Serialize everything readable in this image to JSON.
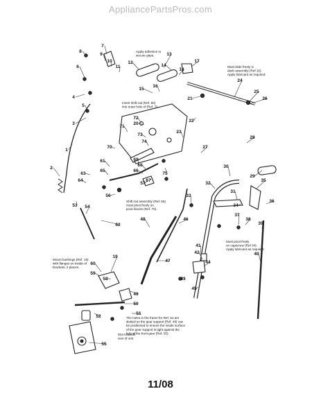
{
  "watermark": "AppliancePartsPros.com",
  "page_label": "11/08",
  "notes": [
    {
      "id": "adhesive",
      "lines": [
        "Apply adhesive to",
        "secure grips."
      ]
    },
    {
      "id": "dash",
      "lines": [
        "Must slide freely in",
        "dash assembly (Ref 16).",
        "Apply lubricant as required."
      ]
    },
    {
      "id": "shift-insert",
      "lines": [
        "Insert shift rod (Ref. 50)",
        "into outer hole of (Ref. 7)."
      ]
    },
    {
      "id": "shift-assy",
      "lines": [
        "Shift rod assembly (Ref. 56)",
        "must pivot freely on",
        "pivot blocks (Ref. 70)."
      ]
    },
    {
      "id": "pivot",
      "lines": [
        "Must pivot freely",
        "on capscrew (Ref 34).",
        "Apply lubricant as required."
      ]
    },
    {
      "id": "bushings",
      "lines": [
        "Mount bushings (Ref. 19)",
        "with flanges on inside of",
        "brackets, 2 places."
      ]
    },
    {
      "id": "holes",
      "lines": [
        "The holes in the frame for Ref. 51 are",
        "slotted so the gear support (Ref. 48) can",
        "be positioned to ensure the inside surface",
        "of the gear support is tight against the",
        "hub of the front gear (Ref. 55)."
      ]
    },
    {
      "id": "slot",
      "lines": [
        "Slot towards",
        "rear of unit."
      ]
    }
  ],
  "callouts": [
    "1",
    "2",
    "3",
    "4",
    "5",
    "6",
    "7",
    "8",
    "9",
    "10",
    "11",
    "12",
    "13",
    "14",
    "15",
    "16",
    "17",
    "18",
    "19",
    "20",
    "21",
    "22",
    "23",
    "24",
    "25",
    "26",
    "27",
    "28",
    "29",
    "30",
    "31",
    "32",
    "33",
    "34",
    "35",
    "36",
    "37",
    "38",
    "39",
    "40",
    "41",
    "42",
    "43",
    "44",
    "45",
    "46",
    "47",
    "48",
    "49",
    "50",
    "51",
    "52",
    "53",
    "54",
    "55",
    "56",
    "57",
    "58",
    "59",
    "60",
    "61",
    "62",
    "63",
    "64",
    "65",
    "66",
    "67",
    "68",
    "69",
    "70",
    "71",
    "72",
    "73",
    "74",
    "75"
  ]
}
